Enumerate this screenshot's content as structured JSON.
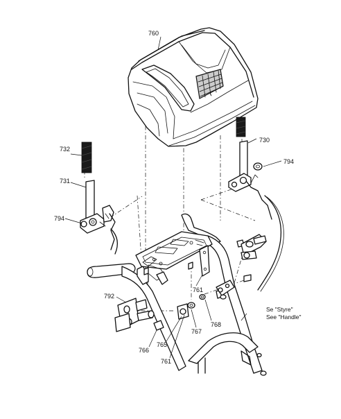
{
  "diagram": {
    "part_labels": [
      "760",
      "730",
      "794",
      "732",
      "731",
      "794",
      "792",
      "761",
      "768",
      "767",
      "765",
      "766",
      "761"
    ],
    "note_lines": [
      "Se \"Styre\"",
      "See \"Handle\""
    ],
    "colors": {
      "ink": "#111111",
      "background": "#ffffff",
      "decal": "#1a1a1a",
      "grille": "#cccccc"
    }
  }
}
